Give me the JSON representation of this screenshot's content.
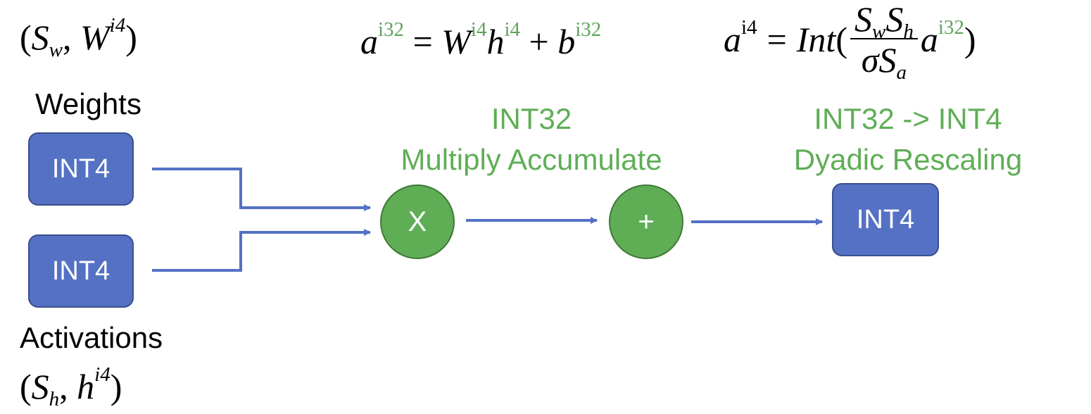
{
  "weights": {
    "label": "Weights",
    "box_label": "INT4",
    "scale_symbol": "S",
    "scale_sub": "w",
    "tensor_symbol": "W",
    "tensor_sup": "i4"
  },
  "activations": {
    "label": "Activations",
    "box_label": "INT4",
    "scale_symbol": "S",
    "scale_sub": "h",
    "tensor_symbol": "h",
    "tensor_sup": "i4"
  },
  "mac": {
    "line1": "INT32",
    "line2": "Multiply Accumulate",
    "multiply_symbol": "X",
    "add_symbol": "+"
  },
  "rescale": {
    "line1": "INT32 -> INT4",
    "line2": "Dyadic Rescaling",
    "output_box_label": "INT4"
  },
  "equations": {
    "accumulate": {
      "lhs": "a",
      "lhs_sup": "i32",
      "w": "W",
      "w_sup": "i4",
      "h": "h",
      "h_sup": "i4",
      "b": "b",
      "b_sup": "i32"
    },
    "rescale": {
      "lhs": "a",
      "lhs_sup": "i4",
      "func": "Int",
      "num_s1": "S",
      "num_s1_sub": "w",
      "num_s2": "S",
      "num_s2_sub": "h",
      "den_sigma": "σ",
      "den_s": "S",
      "den_s_sub": "a",
      "a": "a",
      "a_sup": "i32"
    }
  },
  "colors": {
    "box_fill": "#5471c4",
    "circle_fill": "#5fae56",
    "green_text": "#5fae56",
    "arrow": "#5471c4"
  }
}
